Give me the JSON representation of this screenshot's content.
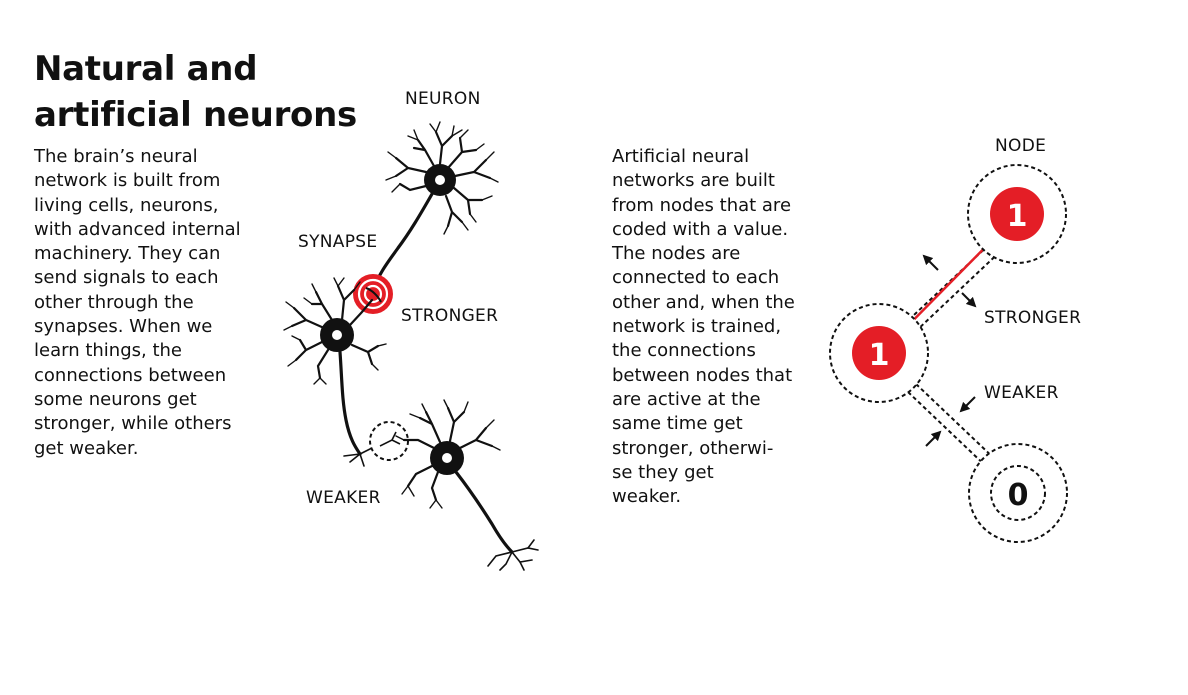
{
  "title": {
    "lines": [
      "Natural and",
      "artificial neurons"
    ]
  },
  "left_text": {
    "lines": [
      "The brain’s neural",
      "network is built from",
      "living cells, neurons,",
      "with advanced internal",
      "machinery. They can",
      "send signals to each",
      "other through the",
      "synapses. When we",
      "learn things, the",
      "connections between",
      "some neurons get",
      "stronger, while others",
      "get weaker."
    ]
  },
  "right_text": {
    "lines": [
      "Artificial neural",
      "networks are built",
      "from nodes that are",
      "coded with a value.",
      "The nodes are",
      "connected to each",
      "other and, when the",
      "network is trained,",
      "the connections",
      "between nodes that",
      "are active at the",
      "same time get",
      "stronger, otherwi-",
      "se they get",
      "weaker."
    ]
  },
  "neuron_diagram": {
    "neuron_label": "NEURON",
    "synapse_label": "SYNAPSE",
    "stronger_label": "STRONGER",
    "weaker_label": "WEAKER"
  },
  "node_diagram": {
    "node_label": "NODE",
    "stronger_label": "STRONGER",
    "weaker_label": "WEAKER",
    "nodes": [
      {
        "value": "1",
        "active": true
      },
      {
        "value": "1",
        "active": true
      },
      {
        "value": "0",
        "active": false
      }
    ]
  },
  "colors": {
    "accent": "#e41e26",
    "ink": "#111111"
  }
}
